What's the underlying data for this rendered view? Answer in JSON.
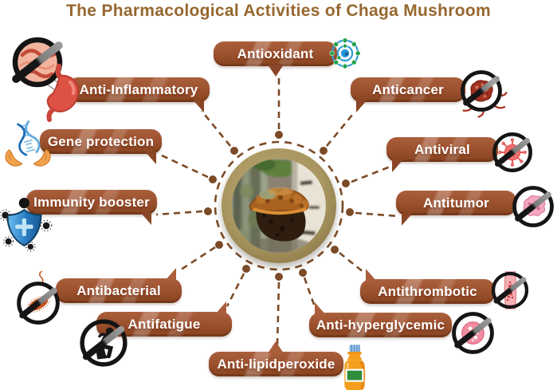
{
  "title": "The Pharmacological Activities of  Chaga Mushroom",
  "colors": {
    "title_brown": "#96672e",
    "banner_brick": "#9a4f2d",
    "banner_dark": "#86431f",
    "connector_brown": "#7b4a26",
    "ring_gold": "#a8955f",
    "label_text": "#ffffff"
  },
  "center": {
    "image": "chaga-mushroom-on-birch-tree-photo"
  },
  "activities": [
    {
      "label": "Antioxidant",
      "icon": "atom-icon"
    },
    {
      "label": "Anticancer",
      "icon": "no-cancer-cell-icon"
    },
    {
      "label": "Antiviral",
      "icon": "no-virus-icon"
    },
    {
      "label": "Antitumor",
      "icon": "no-tumor-cell-icon"
    },
    {
      "label": "Antithrombotic",
      "icon": "no-blood-clot-icon"
    },
    {
      "label": "Anti-hyperglycemic",
      "icon": "no-high-sugar-cell-icon"
    },
    {
      "label": "Anti-lipidperoxide",
      "icon": "oil-bottle-icon"
    },
    {
      "label": "Antifatigue",
      "icon": "no-fatigue-person-icon"
    },
    {
      "label": "Antibacterial",
      "icon": "no-bacteria-icon"
    },
    {
      "label": "Immunity booster",
      "icon": "immune-shield-person-icon"
    },
    {
      "label": "Gene protection",
      "icon": "hands-holding-dna-icon"
    },
    {
      "label": "Anti-Inflammatory",
      "icon": "stomach-magnifier-icon"
    }
  ]
}
